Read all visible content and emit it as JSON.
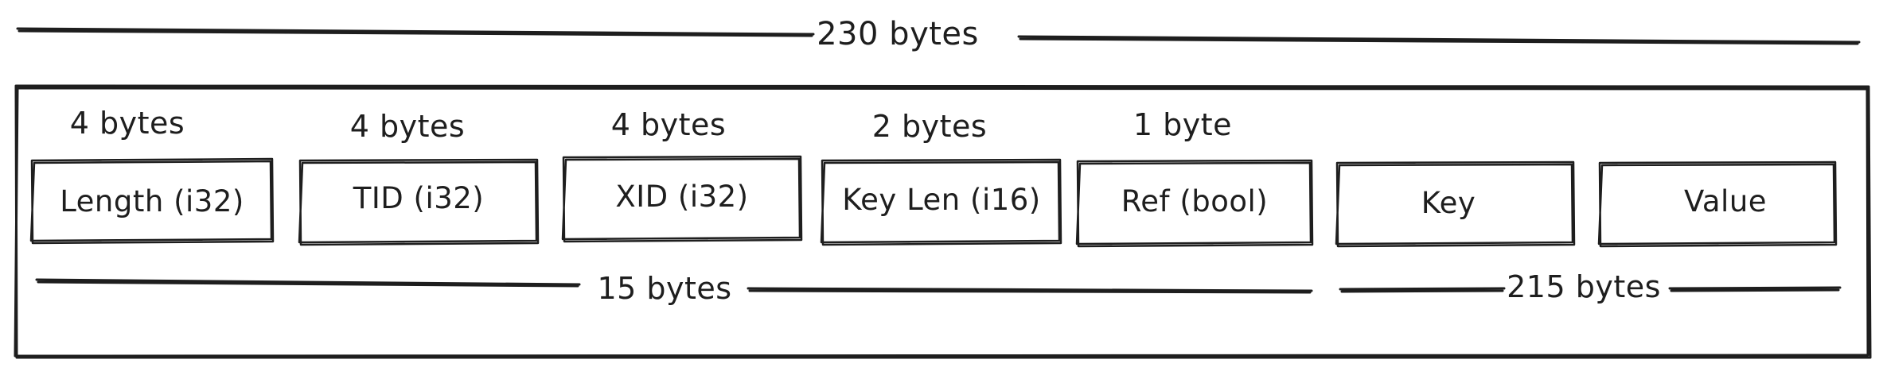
{
  "diagram": {
    "total_label": "230 bytes",
    "field_sizes": [
      "4 bytes",
      "4 bytes",
      "4 bytes",
      "2 bytes",
      "1 byte"
    ],
    "fields": [
      "Length (i32)",
      "TID (i32)",
      "XID (i32)",
      "Key Len (i16)",
      "Ref (bool)",
      "Key",
      "Value"
    ],
    "header_span_label": "15 bytes",
    "payload_span_label": "215 bytes",
    "stroke_color": "#1e1e1e",
    "background_color": "#ffffff"
  }
}
